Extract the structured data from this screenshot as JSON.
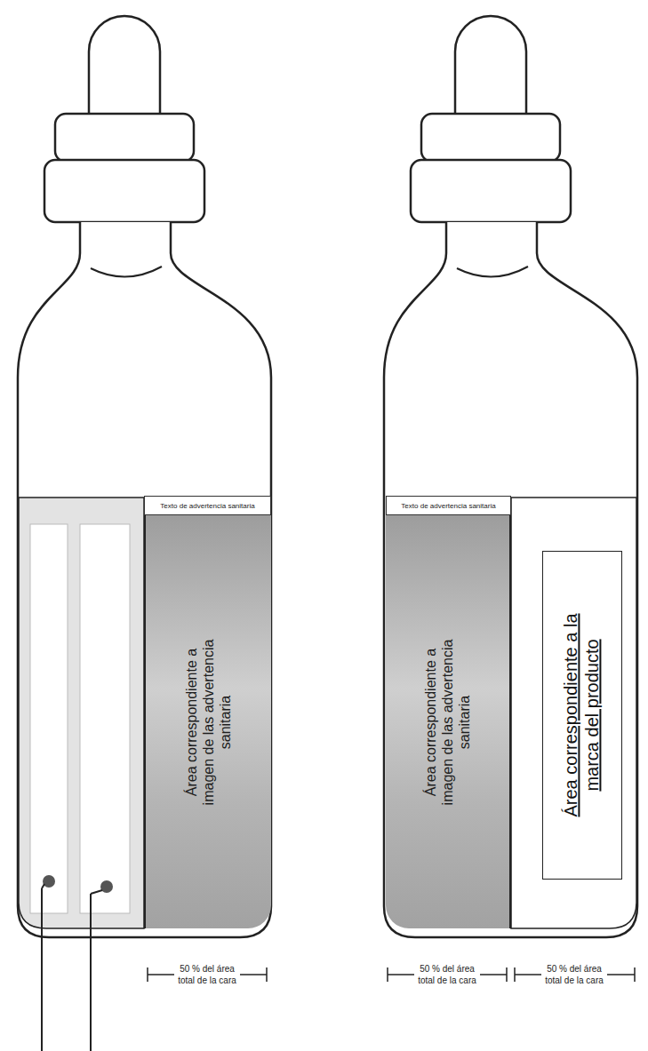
{
  "diagram": {
    "nodes": [
      {
        "text": [
          "Texto de advertencia sanitaria"
        ]
      },
      {
        "text": [
          "Área correspondiente a imagen de las advertencia sanitaria"
        ]
      },
      {
        "text": [
          "Texto de advertencia sanitaria"
        ]
      },
      {
        "text": [
          "Área correspondiente a imagen de las advertencia sanitaria"
        ]
      },
      {
        "text": [
          "Área correspondiente a la marca del producto"
        ]
      }
    ],
    "labels": [
      "50 % del área total de la cara",
      "50 % del área total de la cara",
      "50 % del área total de la cara"
    ]
  }
}
